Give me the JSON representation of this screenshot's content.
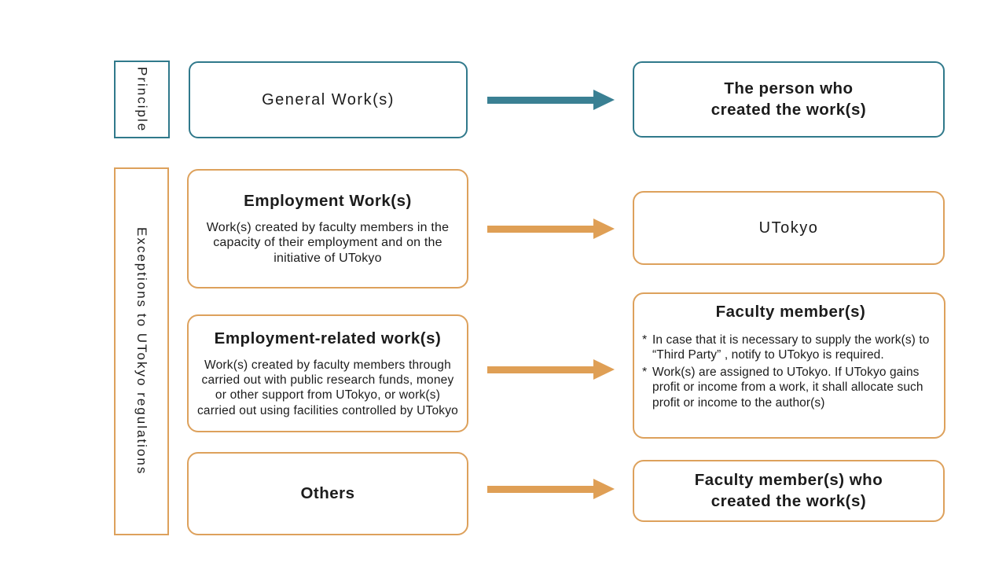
{
  "colors": {
    "teal": "#30798B",
    "orange": "#DDA15C",
    "arrow_teal": "#3A8093",
    "arrow_orange": "#DF9F55",
    "text": "#1C1C1C"
  },
  "labels": {
    "principle": "Principle",
    "exceptions": "Exceptions to UTokyo regulations"
  },
  "rows": [
    {
      "left": {
        "title": "General Work(s)"
      },
      "right": {
        "title": "The person who\ncreated the work(s)"
      }
    },
    {
      "left": {
        "title": "Employment Work(s)",
        "body": "Work(s) created by faculty members in the capacity of their employment and on the initiative of UTokyo"
      },
      "right": {
        "title": "UTokyo"
      }
    },
    {
      "left": {
        "title": "Employment-related work(s)",
        "body": "Work(s) created by faculty members through carried out with public research funds, money or other support from UTokyo, or work(s) carried out using facilities controlled by UTokyo"
      },
      "right": {
        "title": "Faculty member(s)",
        "note_marker": "*",
        "notes": [
          "In case that it is necessary to supply the work(s) to “Third Party” , notify to UTokyo is required.",
          "Work(s) are assigned to UTokyo. If UTokyo gains profit or income from a work, it shall allocate such profit or income to the author(s)"
        ]
      }
    },
    {
      "left": {
        "title": "Others"
      },
      "right": {
        "title": "Faculty member(s) who\ncreated the work(s)"
      }
    }
  ]
}
